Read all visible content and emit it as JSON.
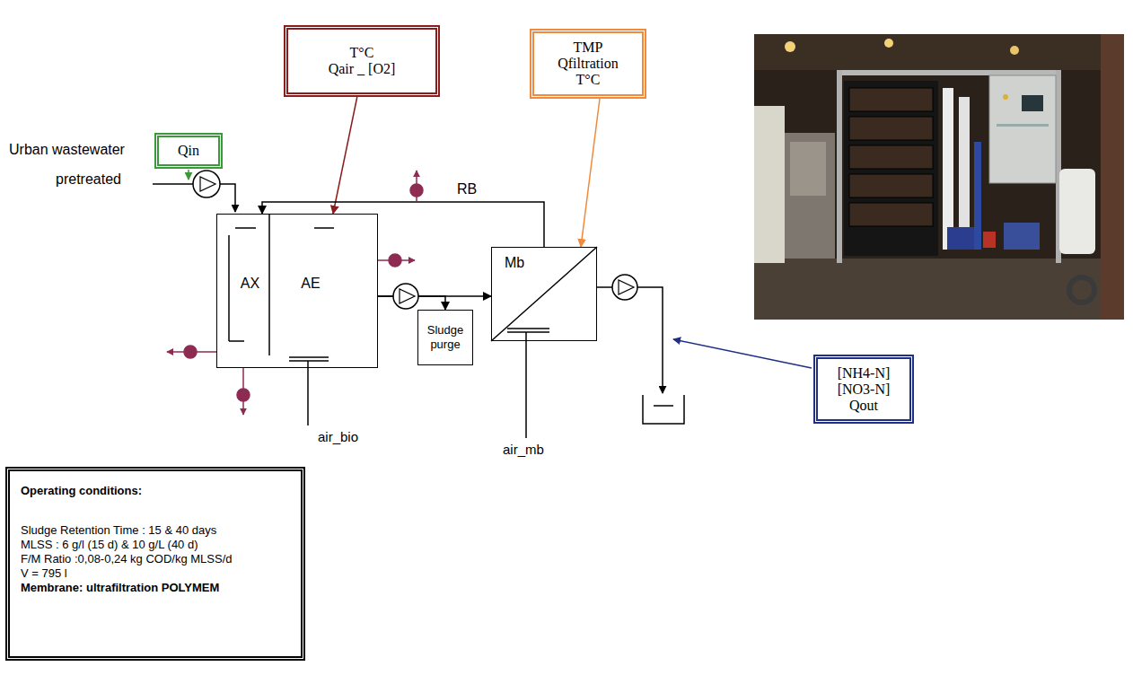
{
  "diagram": {
    "nodes": [
      {
        "text": [
          "T°C",
          "Qair _ [O2]"
        ]
      },
      {
        "text": [
          "TMP",
          "Qfiltration",
          "T°C"
        ]
      },
      {
        "text": [
          "Qin"
        ]
      },
      {
        "text": [
          "AX",
          "AE"
        ]
      },
      {
        "text": [
          "Mb"
        ]
      },
      {
        "text": [
          "Sludge purge"
        ]
      },
      {
        "text": [
          "[NH4-N]",
          "[NO3-N]",
          "Qout"
        ]
      },
      {
        "text": [
          "Operating conditions:",
          "Sludge Retention Time : 15 & 40 days",
          "MLSS : 6 g/l (15 d) & 10 g/L (40 d)",
          "F/M Ratio :0,08-0,24 kg COD/kg MLSS/d",
          "V = 795 l",
          "Membrane: ultrafiltration POLYMEM"
        ]
      }
    ],
    "edges": [
      {
        "from": 0,
        "to": 3,
        "arrow": "to"
      },
      {
        "from": 1,
        "to": 4,
        "arrow": "to"
      },
      {
        "from": 3,
        "to": 4,
        "arrow": "to"
      },
      {
        "from": 4,
        "to": 3,
        "label": "RB",
        "arrow": "to"
      },
      {
        "from": 3,
        "to": 5,
        "arrow": "to"
      }
    ],
    "labels": [
      "Urban wastewater",
      "pretreated",
      "air_bio",
      "air_mb"
    ]
  }
}
